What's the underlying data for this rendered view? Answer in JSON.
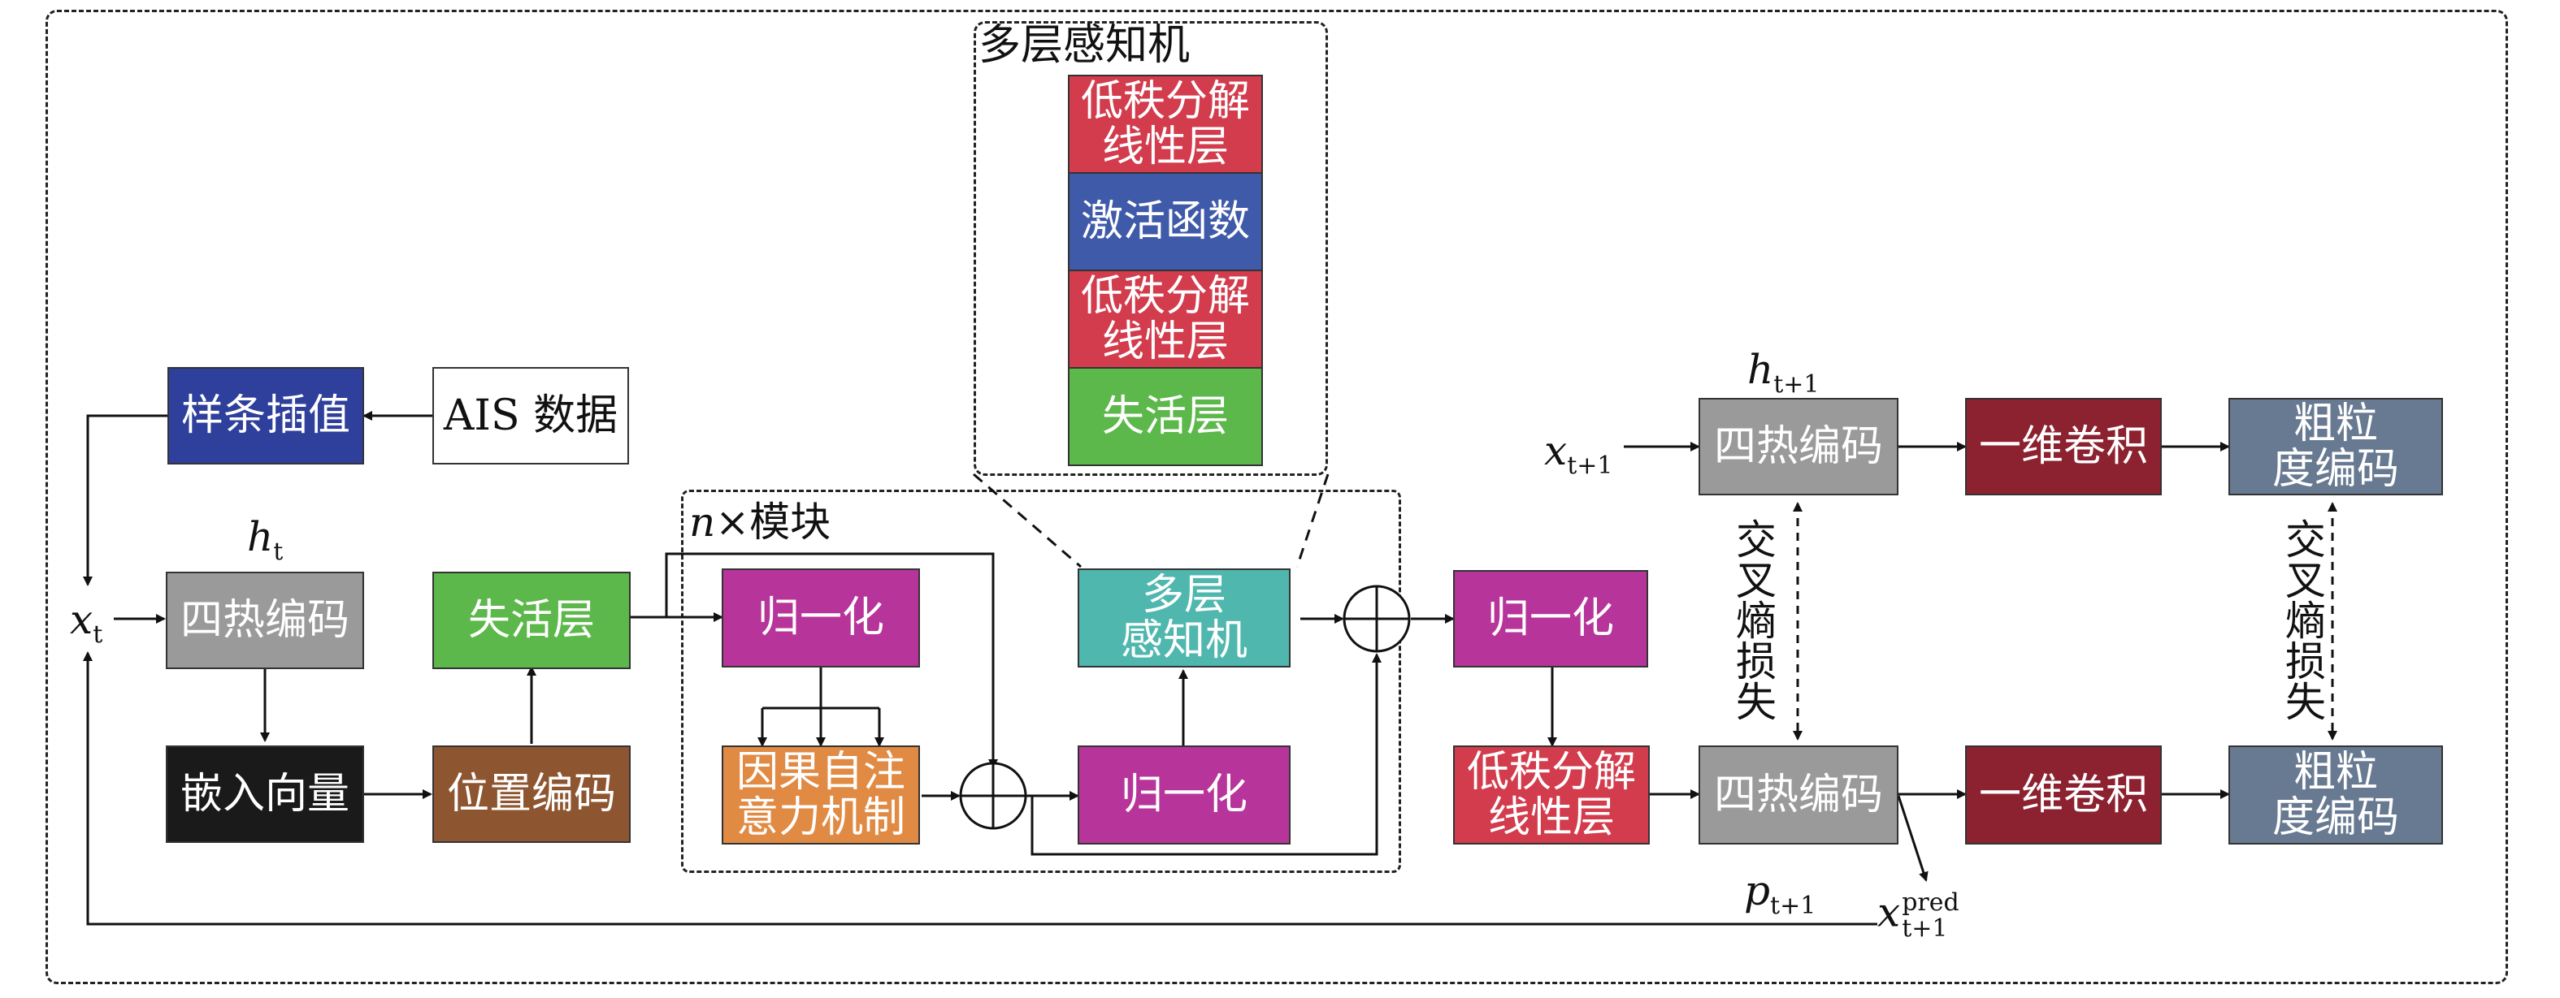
{
  "colors": {
    "navy": "#2e3f9c",
    "gray": "#9a9a9a",
    "black": "#1a1a1a",
    "green": "#5cb84a",
    "brown": "#8e5630",
    "magenta": "#b7359a",
    "orange": "#e08a43",
    "teal": "#4fb7ad",
    "red": "#d23c4d",
    "blue": "#3f5aa8",
    "dark_red": "#8c2130",
    "slate": "#687a91"
  },
  "blocks": {
    "spline": "样条插值",
    "ais": "AIS 数据",
    "four_hot_left": "四热编码",
    "embed": "嵌入向量",
    "pos_enc": "位置编码",
    "dropout_left": "失活层",
    "norm1": "归一化",
    "causal_attn": "因果自注\n意力机制",
    "norm2": "归一化",
    "mlp": "多层\n感知机",
    "norm3": "归一化",
    "lowrank_out": "低秩分解\n线性层",
    "four_hot_top": "四热编码",
    "four_hot_bottom": "四热编码",
    "conv_top": "一维卷积",
    "conv_bottom": "一维卷积",
    "coarse_top": "粗粒\n度编码",
    "coarse_bottom": "粗粒\n度编码"
  },
  "mlp_detail": {
    "title": "多层感知机",
    "layers": [
      "低秩分解\n线性层",
      "激活函数",
      "低秩分解\n线性层",
      "失活层"
    ]
  },
  "module_label": "×模块",
  "module_label_var": "n",
  "loss_labels": [
    "交叉熵损失",
    "交叉熵损失"
  ],
  "math": {
    "x_t": {
      "base": "x",
      "sub": "t"
    },
    "h_t": {
      "base": "h",
      "sub": "t"
    },
    "h_t1": {
      "base": "h",
      "sub": "t+1"
    },
    "x_t1": {
      "base": "x",
      "sub": "t+1"
    },
    "p_t1": {
      "base": "p",
      "sub": "t+1"
    },
    "x_pred": {
      "base": "x",
      "sub": "t+1",
      "sup": "pred"
    }
  }
}
